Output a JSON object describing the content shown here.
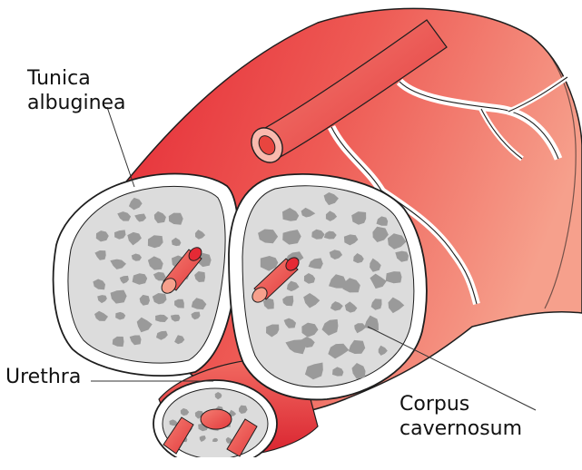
{
  "labels": {
    "tunica_albuginea": [
      "Tunica",
      "albuginea"
    ],
    "urethra": "Urethra",
    "corpus_cavernosum": [
      "Corpus",
      "cavernosum"
    ]
  },
  "colors": {
    "tissue_red_dark": "#e52a35",
    "tissue_red_light": "#f6a08c",
    "sheath_white": "#ffffff",
    "outline": "#1e1e1e",
    "spongy_bg": "#dcdcdc",
    "spongy_cells": "#9a9a9a",
    "leader_line": "#333333"
  }
}
